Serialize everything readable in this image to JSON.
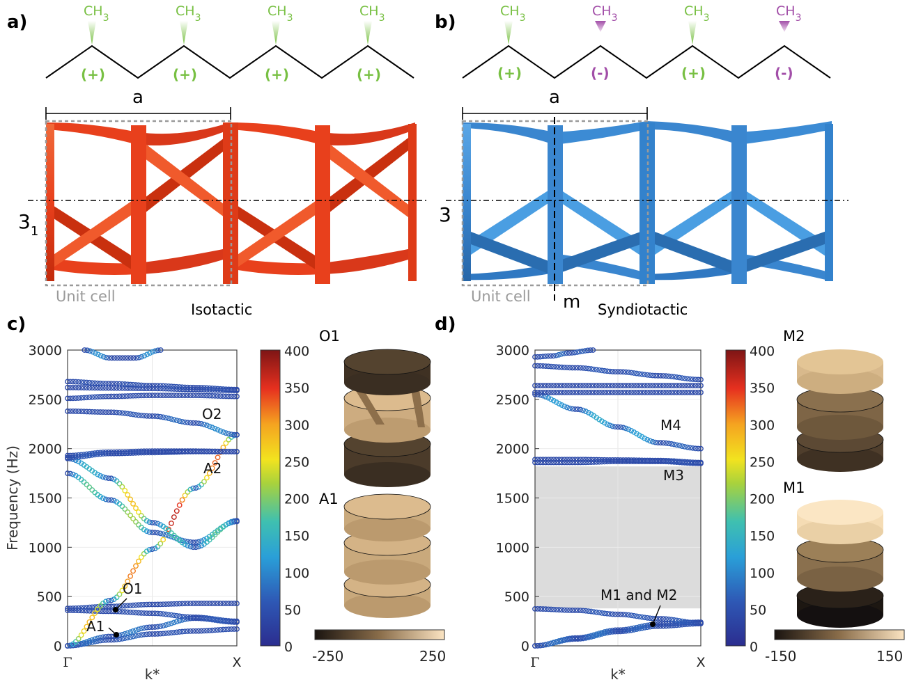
{
  "panels": {
    "a": {
      "letter": "a)",
      "ch3": [
        "CH",
        "3"
      ],
      "signs": [
        "(+)",
        "(+)",
        "(+)",
        "(+)"
      ],
      "dim_label": "a",
      "symmetry": [
        "3",
        "1"
      ],
      "cell_label": "Unit cell",
      "name": "Isotactic",
      "colors": {
        "beam": "#e8401c",
        "beam_dark": "#c7300f"
      }
    },
    "b": {
      "letter": "b)",
      "ch3": [
        "CH",
        "3"
      ],
      "signs": [
        "(+)",
        "(-)",
        "(+)",
        "(-)"
      ],
      "dim_label": "a",
      "symmetry": "3",
      "mirror_label": "m",
      "cell_label": "Unit cell",
      "name": "Syndiotactic",
      "colors": {
        "beam": "#3a86cf",
        "beam_dark": "#2a6db0"
      }
    },
    "c": {
      "letter": "c)",
      "mode_labels": [
        "O1",
        "A1",
        "O2",
        "A2"
      ],
      "inset_labels": [
        "O1",
        "A1"
      ],
      "colorbar": {
        "ticks": [
          "400",
          "350",
          "300",
          "250",
          "200",
          "150",
          "100",
          "50",
          "0"
        ]
      },
      "phase_bar": {
        "ticks": [
          "-250",
          "250"
        ]
      }
    },
    "d": {
      "letter": "d)",
      "mode_labels": [
        "M4",
        "M3",
        "M1 and M2"
      ],
      "inset_labels": [
        "M2",
        "M1"
      ],
      "colorbar": {
        "ticks": [
          "400",
          "350",
          "300",
          "250",
          "200",
          "150",
          "100",
          "50",
          "0"
        ]
      },
      "phase_bar": {
        "ticks": [
          "-150",
          "150"
        ]
      }
    }
  },
  "chart_data": [
    {
      "type": "scatter",
      "title": "",
      "ylabel": "Frequency (Hz)",
      "xlabel": "k*",
      "x_ticks": [
        "Γ",
        "X"
      ],
      "y_ticks": [
        "0",
        "500",
        "1000",
        "1500",
        "2000",
        "2500",
        "3000"
      ],
      "xlim": [
        0,
        1
      ],
      "ylim": [
        0,
        3000
      ],
      "grid": true,
      "colorbar_range": [
        0,
        400
      ],
      "series": [
        {
          "x": [
            0,
            0.25,
            0.5,
            0.75,
            1
          ],
          "y": [
            0,
            95,
            190,
            280,
            240
          ]
        },
        {
          "x": [
            0,
            0.25,
            0.5,
            0.75,
            1
          ],
          "y": [
            0,
            60,
            120,
            150,
            170
          ]
        },
        {
          "x": [
            0,
            0.25,
            0.5,
            0.75,
            1
          ],
          "y": [
            360,
            350,
            330,
            290,
            250
          ]
        },
        {
          "x": [
            0,
            0.25,
            0.5,
            0.75,
            1
          ],
          "y": [
            380,
            400,
            420,
            430,
            430
          ]
        },
        {
          "x": [
            0,
            0.25,
            0.5,
            0.75,
            1
          ],
          "y": [
            0,
            460,
            980,
            1600,
            2140
          ]
        },
        {
          "x": [
            0,
            0.25,
            0.5,
            0.75,
            1
          ],
          "y": [
            1750,
            1480,
            1150,
            1050,
            1260
          ]
        },
        {
          "x": [
            0,
            0.25,
            0.5,
            0.75,
            1
          ],
          "y": [
            1900,
            1700,
            1250,
            1000,
            1270
          ]
        },
        {
          "x": [
            0,
            0.25,
            0.5,
            0.75,
            1
          ],
          "y": [
            1910,
            1950,
            1960,
            1970,
            1970
          ]
        },
        {
          "x": [
            0,
            0.25,
            0.5,
            0.75,
            1
          ],
          "y": [
            1930,
            1965,
            1975,
            1975,
            1970
          ]
        },
        {
          "x": [
            0,
            0.25,
            0.5,
            0.75,
            1
          ],
          "y": [
            2380,
            2370,
            2330,
            2260,
            2140
          ]
        },
        {
          "x": [
            0,
            0.25,
            0.5,
            0.75,
            1
          ],
          "y": [
            2510,
            2530,
            2540,
            2540,
            2530
          ]
        },
        {
          "x": [
            0,
            0.25,
            0.5,
            0.75,
            1
          ],
          "y": [
            2620,
            2615,
            2610,
            2600,
            2590
          ]
        },
        {
          "x": [
            0,
            0.25,
            0.5,
            0.75,
            1
          ],
          "y": [
            2680,
            2660,
            2640,
            2620,
            2600
          ]
        },
        {
          "x": [
            0.1,
            0.25,
            0.4,
            0.55
          ],
          "y": [
            3000,
            2920,
            2920,
            3000
          ]
        }
      ]
    },
    {
      "type": "scatter",
      "title": "",
      "xlabel": "k*",
      "x_ticks": [
        "Γ",
        "X"
      ],
      "y_ticks": [
        "0",
        "500",
        "1000",
        "1500",
        "2000",
        "2500",
        "3000"
      ],
      "xlim": [
        0,
        1
      ],
      "ylim": [
        0,
        3000
      ],
      "grid": true,
      "colorbar_range": [
        0,
        400
      ],
      "band_gap": [
        380,
        1820
      ],
      "series": [
        {
          "x": [
            0,
            0.25,
            0.5,
            0.75,
            1
          ],
          "y": [
            0,
            80,
            160,
            220,
            240
          ]
        },
        {
          "x": [
            0,
            0.25,
            0.5,
            0.75,
            1
          ],
          "y": [
            0,
            70,
            145,
            200,
            225
          ]
        },
        {
          "x": [
            0,
            0.25,
            0.5,
            0.75,
            1
          ],
          "y": [
            375,
            360,
            320,
            275,
            230
          ]
        },
        {
          "x": [
            0,
            0.25,
            0.5,
            0.75,
            1
          ],
          "y": [
            1860,
            1860,
            1870,
            1870,
            1850
          ]
        },
        {
          "x": [
            0,
            0.25,
            0.5,
            0.75,
            1
          ],
          "y": [
            1890,
            1890,
            1885,
            1880,
            1860
          ]
        },
        {
          "x": [
            0,
            0.25,
            0.5,
            0.75,
            1
          ],
          "y": [
            2550,
            2400,
            2220,
            2060,
            2000
          ]
        },
        {
          "x": [
            0,
            0.25,
            0.5,
            0.75,
            1
          ],
          "y": [
            2570,
            2570,
            2570,
            2570,
            2570
          ]
        },
        {
          "x": [
            0,
            0.25,
            0.5,
            0.75,
            1
          ],
          "y": [
            2640,
            2640,
            2640,
            2640,
            2640
          ]
        },
        {
          "x": [
            0,
            0.25,
            0.5,
            0.75,
            1
          ],
          "y": [
            2840,
            2820,
            2780,
            2740,
            2700
          ]
        },
        {
          "x": [
            0,
            0.1,
            0.2,
            0.35
          ],
          "y": [
            2930,
            2940,
            2970,
            3000
          ]
        }
      ]
    }
  ]
}
